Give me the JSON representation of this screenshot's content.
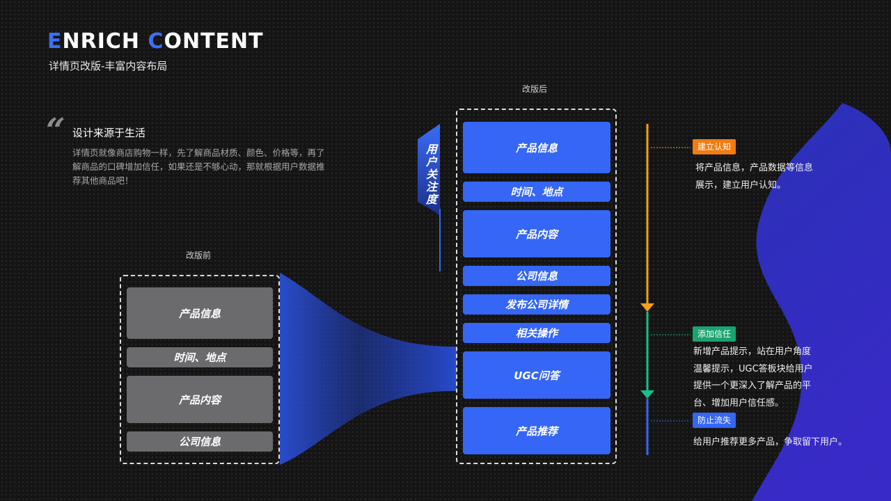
{
  "header": {
    "title_lead_1": "E",
    "title_rest_1": "NRICH ",
    "title_lead_2": "C",
    "title_rest_2": "ONTENT",
    "subtitle": "详情页改版-丰富内容布局"
  },
  "quote": {
    "mark": "“",
    "heading": "设计来源于生活",
    "body": "详情页就像商店购物一样，先了解商品材质、颜色、价格等，再了解商品的口碑增加信任，如果还是不够心动，那就根据用户数据推荐其他商品吧！"
  },
  "before": {
    "caption": "改版前",
    "blocks": [
      "产品信息",
      "时间、地点",
      "产品内容",
      "公司信息"
    ]
  },
  "after": {
    "caption": "改版后",
    "blocks": [
      "产品信息",
      "时间、地点",
      "产品内容",
      "公司信息",
      "发布公司详情",
      "相关操作",
      "UGC问答",
      "产品推荐"
    ]
  },
  "attention_label": "用户关注度",
  "annotations": [
    {
      "tag": "建立认知",
      "tag_color": "#f07c12",
      "text": [
        "将产品信息，产品数据等信息",
        "展示，建立用户认知。"
      ]
    },
    {
      "tag": "添加信任",
      "tag_color": "#1aa36e",
      "text": [
        "新增产品提示，站在用户角度",
        "温馨提示，UGC答板块给用户",
        "提供一个更深入了解产品的平",
        "台、增加用户信任感。"
      ]
    },
    {
      "tag": "防止流失",
      "tag_color": "#3566f5",
      "text": [
        "给用户推荐更多产品，争取留下用户。"
      ]
    }
  ],
  "colors": {
    "accent_blue": "#3566f5",
    "orange": "#f5a01a",
    "green": "#17c08a",
    "gray_block": "#6b6b6e"
  }
}
